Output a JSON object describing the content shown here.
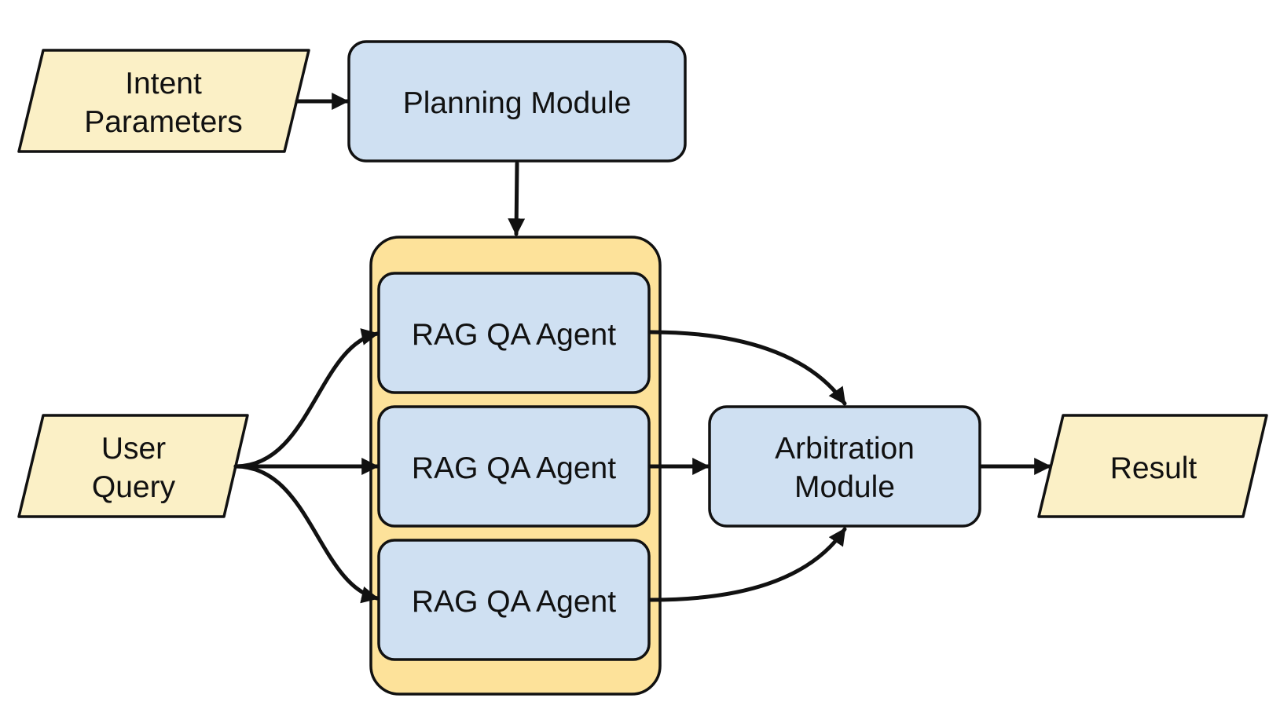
{
  "nodes": {
    "intent_parameters": {
      "line1": "Intent",
      "line2": "Parameters"
    },
    "planning_module": {
      "label": "Planning Module"
    },
    "user_query": {
      "line1": "User",
      "line2": "Query"
    },
    "agents": [
      {
        "label": "RAG QA Agent"
      },
      {
        "label": "RAG QA Agent"
      },
      {
        "label": "RAG QA Agent"
      }
    ],
    "arbitration_module": {
      "line1": "Arbitration",
      "line2": "Module"
    },
    "result": {
      "label": "Result"
    }
  },
  "colors": {
    "module_fill": "#cfe0f2",
    "io_fill": "#fbf0c6",
    "group_fill": "#fde29a",
    "stroke": "#111111"
  }
}
